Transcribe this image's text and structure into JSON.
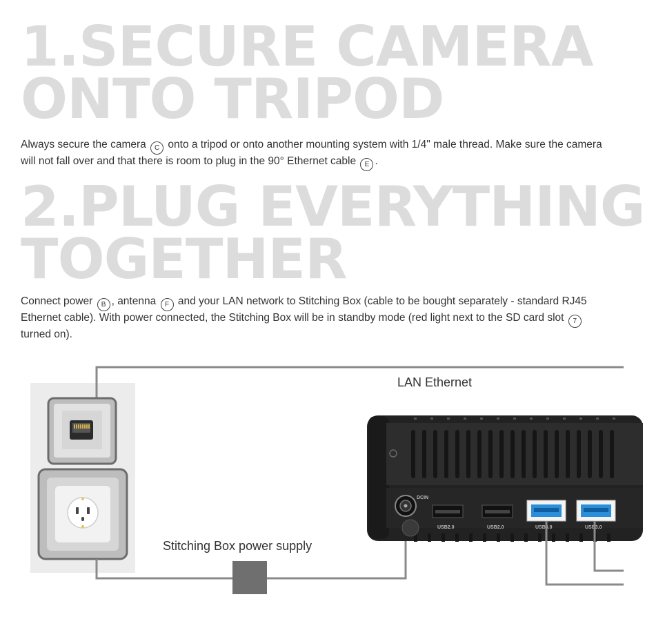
{
  "section1": {
    "heading_line1": "1.SECURE CAMERA",
    "heading_line2": "ONTO TRIPOD",
    "p_part1": "Always secure the camera",
    "marker_c": "C",
    "p_part2": "onto a tripod or onto another mounting system with 1/4\" male thread. Make sure the camera will not fall over and that there is room to plug in the 90° Ethernet cable",
    "marker_e": "E",
    "p_part3": "."
  },
  "section2": {
    "heading_line1": "2.PLUG EVERYTHING",
    "heading_line2": "TOGETHER",
    "p_part1": "Connect power",
    "marker_b": "B",
    "p_part2": ", antenna",
    "marker_f": "F",
    "p_part3": "and your LAN network to Stitching Box (cable to be bought separately - standard RJ45 Ethernet cable). With power connected, the Stitching Box will be in standby mode (red light next to the SD card slot",
    "marker_7": "7",
    "p_part4": "turned on)."
  },
  "diagram": {
    "lan_label": "LAN Ethernet",
    "power_label": "Stitching Box power supply",
    "dcin_label": "DCIN",
    "usb_ports": [
      "USB2.0",
      "USB2.0",
      "USB3.0",
      "USB3.0"
    ]
  },
  "colors": {
    "heading_gray": "#dcdcdc",
    "cable_gray": "#8a8a8a",
    "device_dark": "#2a2a2a",
    "usb3_blue": "#2a8fd8",
    "wall_panel": "#ececec"
  }
}
